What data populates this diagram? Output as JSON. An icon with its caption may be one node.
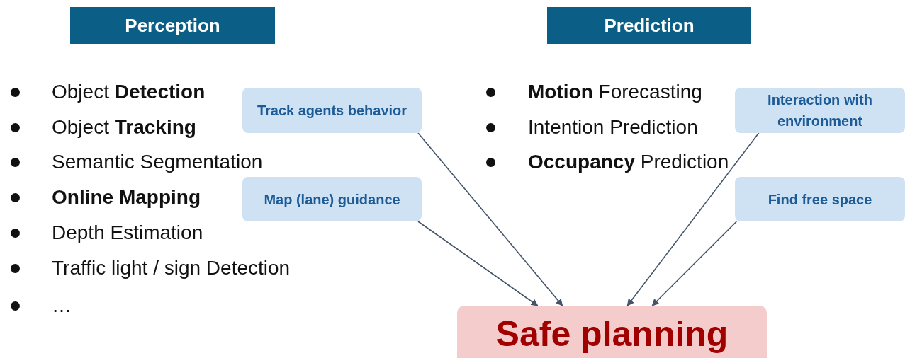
{
  "diagram": {
    "nodes": [
      {
        "text": [
          "Perception"
        ]
      },
      {
        "text": [
          "Prediction"
        ]
      },
      {
        "text": [
          "Track agents behavior"
        ]
      },
      {
        "text": [
          "Map (lane) guidance"
        ]
      },
      {
        "text": [
          "Interaction with environment"
        ]
      },
      {
        "text": [
          "Find free space"
        ]
      },
      {
        "text": [
          "Safe planning"
        ]
      }
    ],
    "edges": [
      {
        "from": 2,
        "to": 6,
        "arrow": "to"
      },
      {
        "from": 3,
        "to": 6,
        "arrow": "to"
      },
      {
        "from": 4,
        "to": 6,
        "arrow": "to"
      },
      {
        "from": 5,
        "to": 6,
        "arrow": "to"
      }
    ],
    "labels": [
      "Object **Detection**",
      "Object **Tracking**",
      "Semantic Segmentation",
      "Online Mapping",
      "Depth Estimation",
      "Traffic light / sign Detection",
      "…",
      "**Motion** Forecasting",
      "Intention Prediction",
      "**Occupancy** Prediction"
    ]
  }
}
